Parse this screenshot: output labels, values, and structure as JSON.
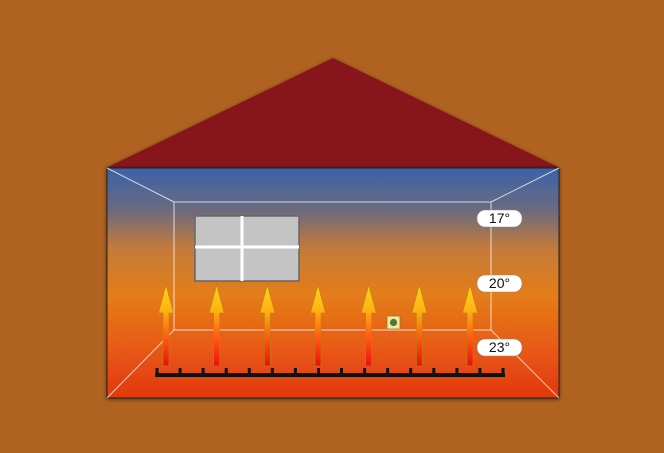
{
  "colors": {
    "background": "#b06320",
    "roof": "#86161a",
    "wall_top": "#3b63a8",
    "wall_mid": "#e07b1c",
    "wall_bottom": "#e23b10",
    "window_pane": "#c4c4c4",
    "arrow_top": "#ffd21a",
    "arrow_bottom": "#e81010",
    "heating_pipe": "#111111",
    "sensor": "#f7e79a"
  },
  "temperatures": [
    {
      "label": "17°"
    },
    {
      "label": "20°"
    },
    {
      "label": "23°"
    }
  ],
  "heat_arrow_count": 7,
  "icons": {
    "thermostat": "thermostat-sensor-icon",
    "heat": "heat-rising-arrow-icon",
    "pipe": "underfloor-heating-pipe-icon"
  }
}
